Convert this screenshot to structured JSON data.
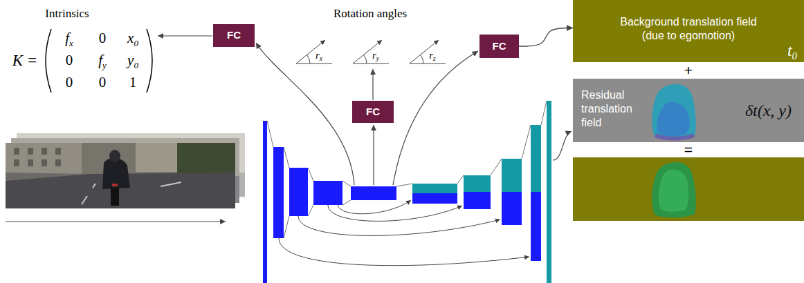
{
  "diagram": {
    "nodes": [
      {
        "text": [
          "FC"
        ]
      },
      {
        "text": [
          "FC"
        ]
      },
      {
        "text": [
          "Background translation field (due to egomotion)",
          "t0"
        ]
      },
      {
        "text": [
          "FC"
        ]
      },
      {
        "text": [
          "Residual translation field",
          "δt(x, y)"
        ]
      }
    ],
    "edges": [
      {
        "from": 1,
        "to": 2,
        "arrow": "to"
      }
    ],
    "labels": [
      "Intrinsics",
      "K =",
      "fx",
      "0",
      "x0",
      "0",
      "fy",
      "y0",
      "0",
      "0",
      "1",
      "Rotation angles",
      "rx",
      "ry",
      "rz",
      "+",
      "="
    ]
  }
}
